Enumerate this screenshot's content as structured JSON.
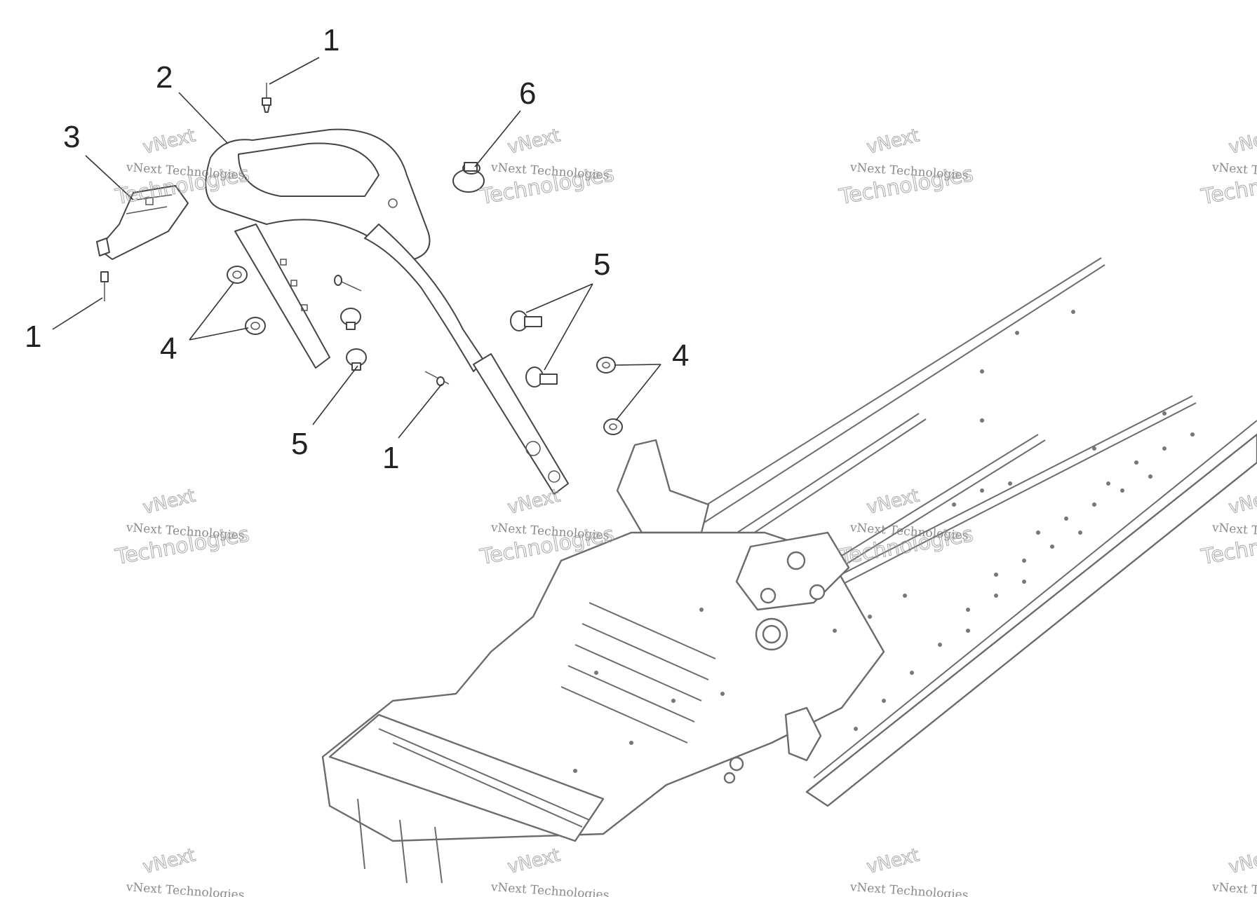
{
  "diagram": {
    "callouts": [
      {
        "number": "1"
      },
      {
        "number": "2"
      },
      {
        "number": "3"
      },
      {
        "number": "1"
      },
      {
        "number": "4"
      },
      {
        "number": "6"
      },
      {
        "number": "5"
      },
      {
        "number": "5"
      },
      {
        "number": "1"
      },
      {
        "number": "4"
      }
    ],
    "watermark": {
      "line1": "vNext Technologies",
      "line2": "Technologies",
      "line3": "vNext"
    },
    "colors": {
      "ink": "#222222",
      "frame": "#6b6b6b",
      "watermark": "#9a9a9a",
      "background": "#ffffff"
    }
  }
}
